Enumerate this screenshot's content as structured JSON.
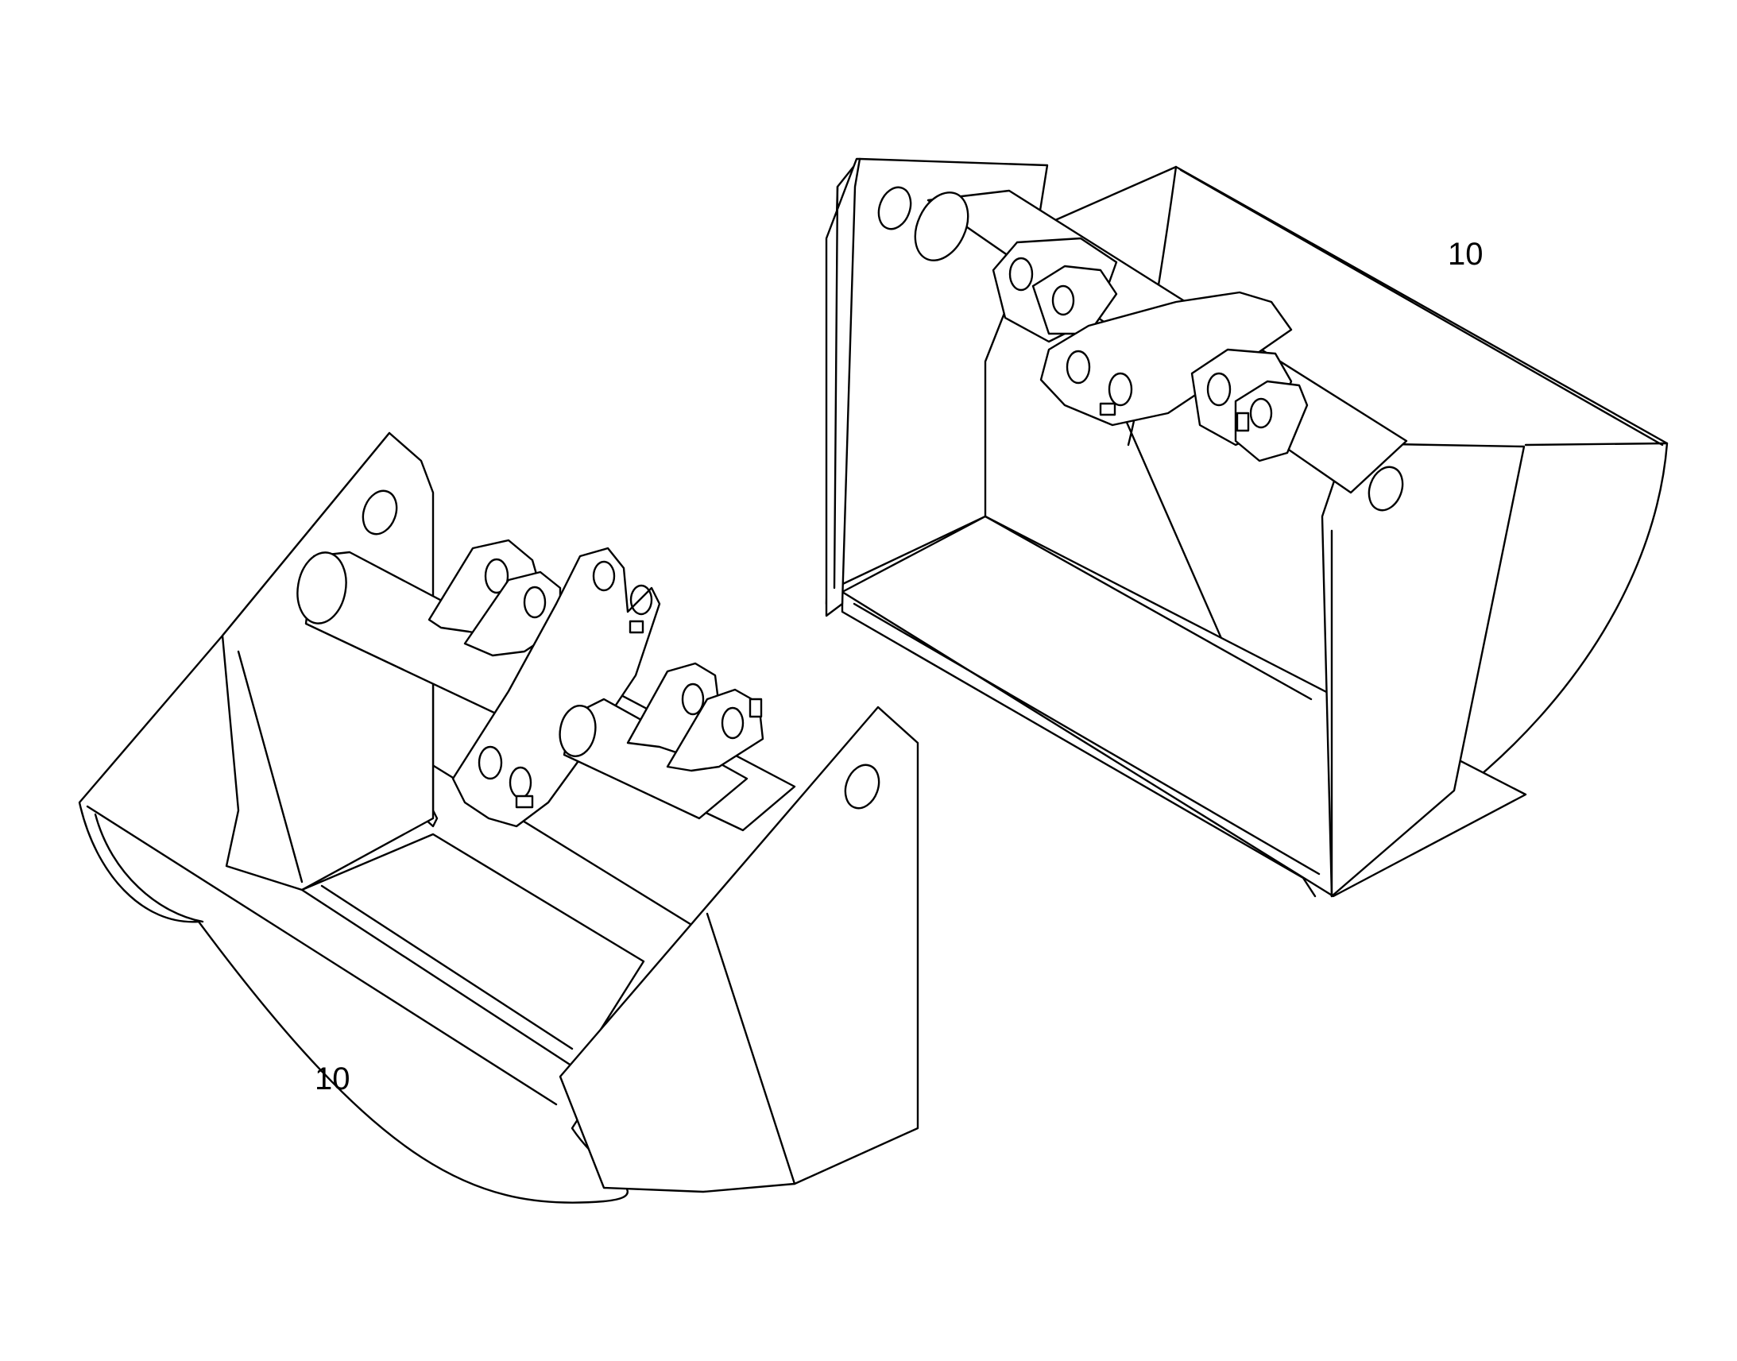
{
  "diagram": {
    "callouts": [
      {
        "id": "bucket-right",
        "label": "10"
      },
      {
        "id": "bucket-left",
        "label": "10"
      }
    ],
    "colors": {
      "line": "#000000",
      "background": "#ffffff"
    }
  }
}
